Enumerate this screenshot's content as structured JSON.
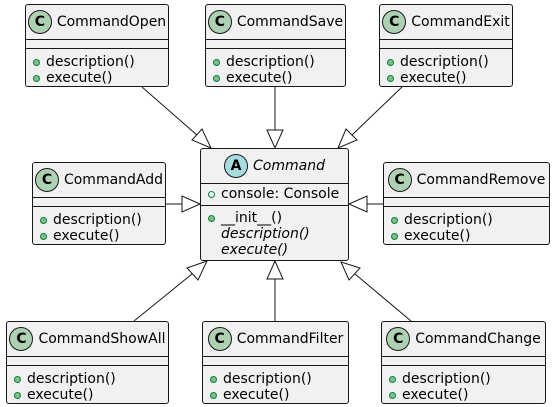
{
  "abstract_class": {
    "badge": "A",
    "name": "Command",
    "attributes": [
      "console: Console"
    ],
    "methods": [
      {
        "text": "__init__()",
        "italic": false
      },
      {
        "text": "description()",
        "italic": true
      },
      {
        "text": "execute()",
        "italic": true
      }
    ]
  },
  "classes": [
    {
      "id": "open",
      "badge": "C",
      "name": "CommandOpen",
      "methods": [
        "description()",
        "execute()"
      ]
    },
    {
      "id": "save",
      "badge": "C",
      "name": "CommandSave",
      "methods": [
        "description()",
        "execute()"
      ]
    },
    {
      "id": "exit",
      "badge": "C",
      "name": "CommandExit",
      "methods": [
        "description()",
        "execute()"
      ]
    },
    {
      "id": "add",
      "badge": "C",
      "name": "CommandAdd",
      "methods": [
        "description()",
        "execute()"
      ]
    },
    {
      "id": "remove",
      "badge": "C",
      "name": "CommandRemove",
      "methods": [
        "description()",
        "execute()"
      ]
    },
    {
      "id": "showall",
      "badge": "C",
      "name": "CommandShowAll",
      "methods": [
        "description()",
        "execute()"
      ]
    },
    {
      "id": "filter",
      "badge": "C",
      "name": "CommandFilter",
      "methods": [
        "description()",
        "execute()"
      ]
    },
    {
      "id": "change",
      "badge": "C",
      "name": "CommandChange",
      "methods": [
        "description()",
        "execute()"
      ]
    }
  ],
  "colors": {
    "class_fill": "#f1f1f1",
    "border": "#181818",
    "class_badge": "#add1b2",
    "abstract_badge": "#a9dcdf",
    "public_dot": "#84be84",
    "visibility_stroke": "#038048"
  }
}
